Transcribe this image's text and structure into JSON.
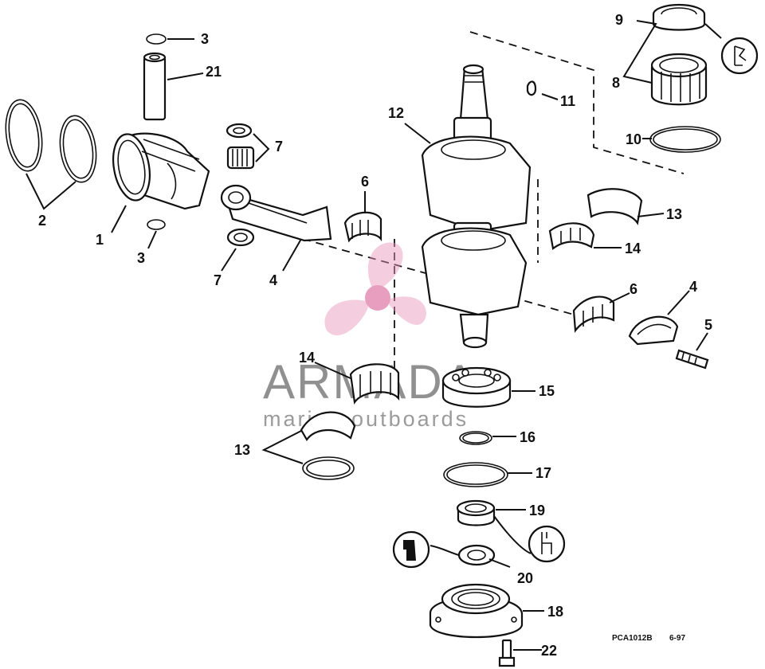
{
  "callouts": {
    "n1": "1",
    "n2": "2",
    "n3a": "3",
    "n3b": "3",
    "n4a": "4",
    "n4b": "4",
    "n5": "5",
    "n6a": "6",
    "n6b": "6",
    "n7a": "7",
    "n7b": "7",
    "n8": "8",
    "n9": "9",
    "n10": "10",
    "n11": "11",
    "n12": "12",
    "n13a": "13",
    "n13b": "13",
    "n14a": "14",
    "n14b": "14",
    "n15": "15",
    "n16": "16",
    "n17": "17",
    "n18": "18",
    "n19": "19",
    "n20": "20",
    "n21": "21",
    "n22": "22"
  },
  "footer": {
    "code": "PCA1012B",
    "date": "6-97"
  },
  "watermark": {
    "brand": "ARMADA",
    "tagline": "marine outboards",
    "accent_color": "#e58fb4",
    "logo_color": "#e894b8"
  },
  "icons": [
    "grease-icon-top-right",
    "grease-icon-left",
    "grease-icon-right"
  ]
}
